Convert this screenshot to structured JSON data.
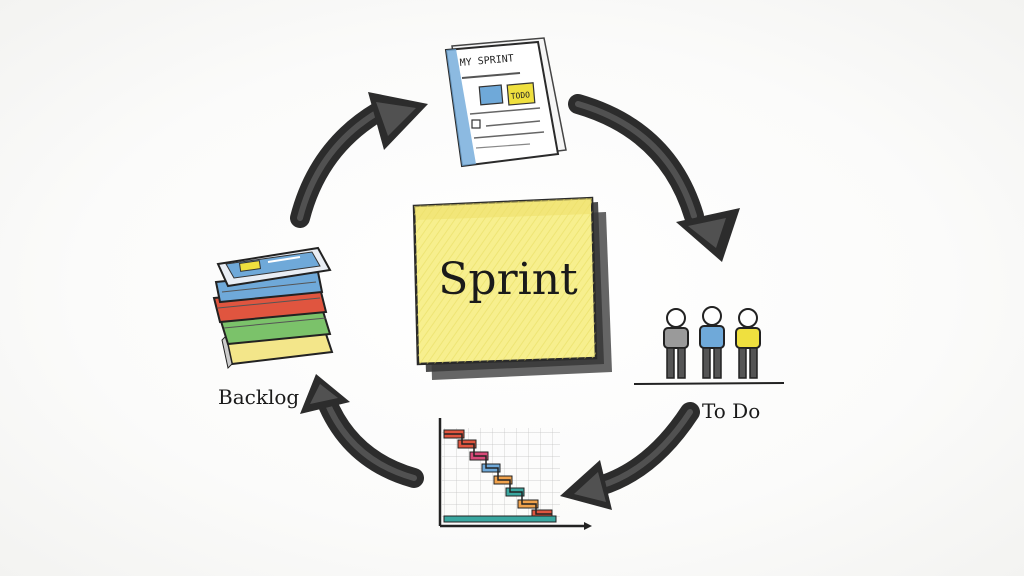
{
  "center": {
    "label": "Sprint"
  },
  "nodes": {
    "backlog": {
      "label": "Backlog"
    },
    "todo": {
      "label": "To Do"
    },
    "document": {
      "heading": "MY SPRINT",
      "sticky_note": "TODO"
    }
  },
  "colors": {
    "sticky": "#f7ef8e",
    "ink": "#2a2a2a",
    "blue": "#6fa9d9",
    "yellow": "#efe03f",
    "green": "#7bc26a",
    "red": "#e0553f",
    "orange": "#f0a24c",
    "teal": "#3aa7a0"
  },
  "icons": {
    "top": "document-icon",
    "right": "team-icon",
    "bottom": "burndown-chart-icon",
    "left": "book-stack-icon"
  }
}
